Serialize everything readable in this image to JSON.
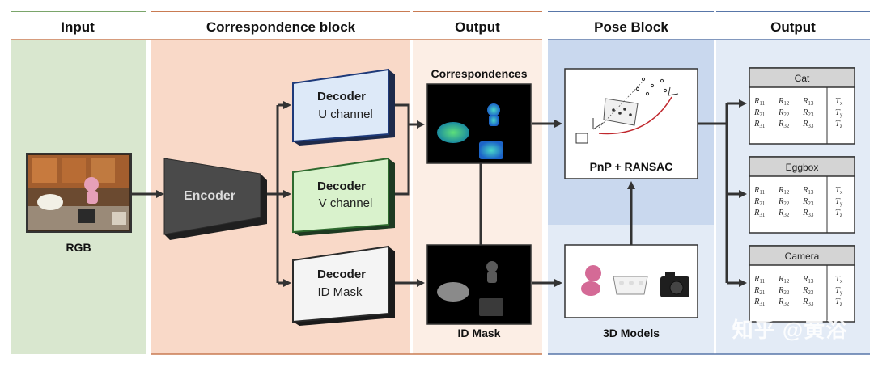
{
  "headers": {
    "input": "Input",
    "correspondence": "Correspondence block",
    "output_1": "Output",
    "pose": "Pose Block",
    "output_2": "Output"
  },
  "input": {
    "label": "RGB"
  },
  "encoder": {
    "label": "Encoder"
  },
  "decoders": [
    {
      "title": "Decoder",
      "subtitle": "U channel"
    },
    {
      "title": "Decoder",
      "subtitle": "V channel"
    },
    {
      "title": "Decoder",
      "subtitle": "ID Mask"
    }
  ],
  "correspondences": {
    "label": "Correspondences"
  },
  "id_mask": {
    "label": "ID Mask"
  },
  "pnp": {
    "label": "PnP + RANSAC"
  },
  "models": {
    "label": "3D Models"
  },
  "outputs": [
    {
      "title": "Cat"
    },
    {
      "title": "Eggbox"
    },
    {
      "title": "Camera"
    }
  ],
  "watermark": "知乎 @黄浴",
  "colors": {
    "input_panel": "#d9e7cf",
    "correspondence_panel": "#f9d9c8",
    "output_panel_1": "#fceee5",
    "pose_panel": "#c9d8ee",
    "output_panel_2": "#e3ebf6",
    "decoder_u": "#dde9f8",
    "decoder_v": "#d9f2cc",
    "decoder_id": "#f4f4f4",
    "encoder": "#4a4a4a"
  }
}
